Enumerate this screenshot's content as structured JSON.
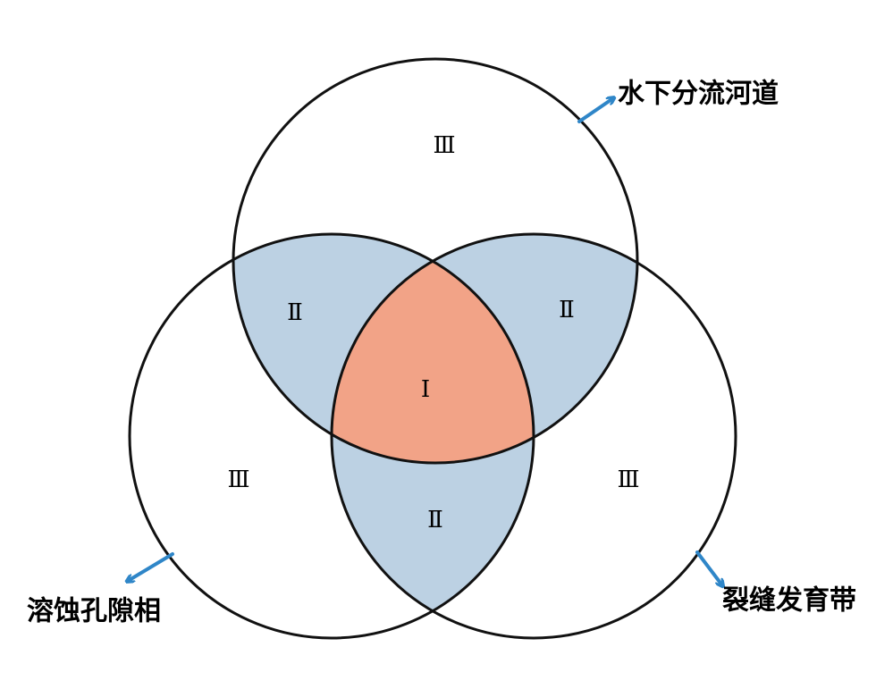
{
  "sets": {
    "top": {
      "label": "水下分流河道"
    },
    "left": {
      "label": "溶蚀孔隙相"
    },
    "right": {
      "label": "裂缝发育带"
    }
  },
  "regions": {
    "top_only": "Ⅲ",
    "left_only": "Ⅲ",
    "right_only": "Ⅲ",
    "top_left": "Ⅱ",
    "top_right": "Ⅱ",
    "left_right": "Ⅱ",
    "center": "Ⅰ"
  },
  "colors": {
    "pair_overlap": "#bcd1e3",
    "triple_overlap": "#f2a387",
    "outline": "#111111",
    "arrow": "#2f86c8",
    "background": "#ffffff"
  }
}
